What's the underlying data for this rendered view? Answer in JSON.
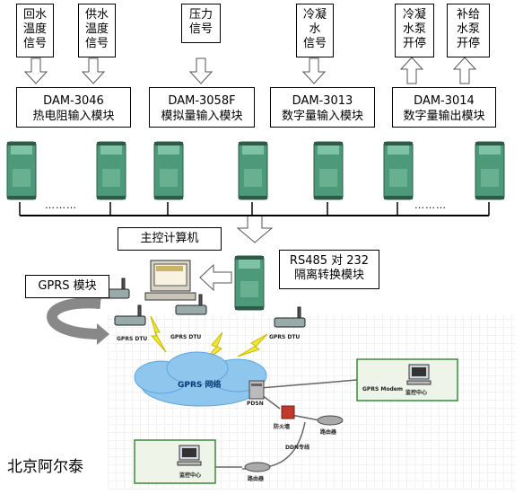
{
  "signals": [
    {
      "text": "回水\n温度\n信号"
    },
    {
      "text": "供水\n温度\n信号"
    },
    {
      "text": "压力\n信号"
    },
    {
      "text": "冷凝\n水\n信号"
    },
    {
      "text": "冷凝\n水泵\n开停"
    },
    {
      "text": "补给\n水泵\n开停"
    }
  ],
  "modules": [
    {
      "model": "DAM-3046",
      "desc": "热电阻输入模块"
    },
    {
      "model": "DAM-3058F",
      "desc": "模拟量输入模块"
    },
    {
      "model": "DAM-3013",
      "desc": "数字量输入模块"
    },
    {
      "model": "DAM-3014",
      "desc": "数字量输出模块"
    }
  ],
  "ellipsis": [
    "………",
    "………"
  ],
  "host": {
    "label": "主控计算机"
  },
  "converter": {
    "label": "RS485 对 232\n隔离转换模块"
  },
  "gprs_module": {
    "label": "GPRS 模块"
  },
  "dtu_labels": [
    "GPRS DTU",
    "GPRS DTU",
    "GPRS DTU"
  ],
  "network": {
    "cloud": "GPRS 网络",
    "pdsn": "PDSN",
    "firewall": "防火墙",
    "router1": "路由器",
    "ddn": "DDN专线",
    "router2": "路由器",
    "modem": "GPRS Modem",
    "center1": "监控中心",
    "center2": "监控中心"
  },
  "brand": {
    "text": "北京阿尔泰"
  }
}
